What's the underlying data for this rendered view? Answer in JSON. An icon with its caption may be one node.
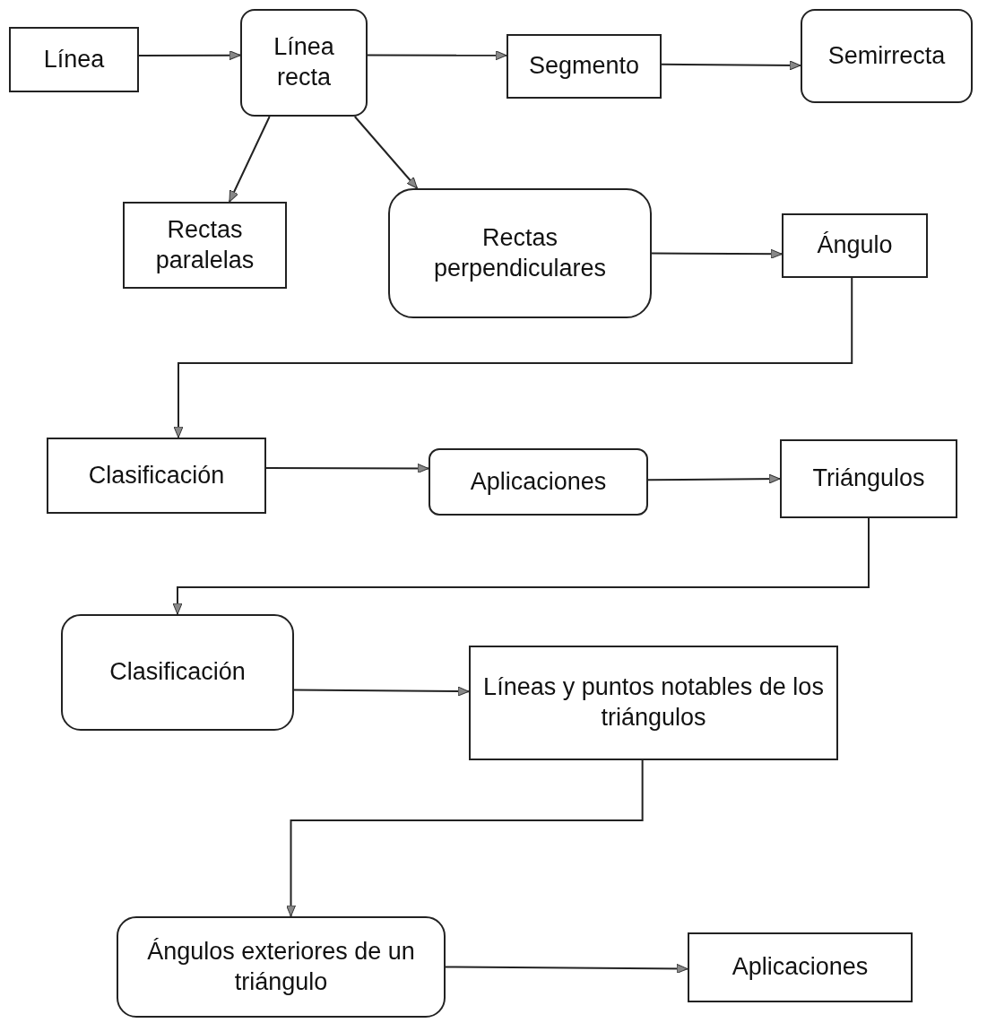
{
  "diagram": {
    "nodes": [
      {
        "text": [
          "Línea"
        ]
      },
      {
        "text": [
          "Línea recta"
        ]
      },
      {
        "text": [
          "Segmento"
        ]
      },
      {
        "text": [
          "Semirrecta"
        ]
      },
      {
        "text": [
          "Rectas paralelas"
        ]
      },
      {
        "text": [
          "Rectas perpendiculares"
        ]
      },
      {
        "text": [
          "Ángulo"
        ]
      },
      {
        "text": [
          "Clasificación"
        ]
      },
      {
        "text": [
          "Aplicaciones"
        ]
      },
      {
        "text": [
          "Triángulos"
        ]
      },
      {
        "text": [
          "Clasificación"
        ]
      },
      {
        "text": [
          "Líneas y puntos notables de los triángulos"
        ]
      },
      {
        "text": [
          "Ángulos exteriores de un triángulo"
        ]
      },
      {
        "text": [
          "Aplicaciones"
        ]
      }
    ],
    "edges": [
      {
        "from": 0,
        "to": 1,
        "arrow": "to"
      },
      {
        "from": 1,
        "to": 2,
        "arrow": "to"
      },
      {
        "from": 2,
        "to": 3,
        "arrow": "to"
      },
      {
        "from": 1,
        "to": 4,
        "arrow": "to"
      },
      {
        "from": 1,
        "to": 5,
        "arrow": "to"
      },
      {
        "from": 5,
        "to": 6,
        "arrow": "to"
      },
      {
        "from": 6,
        "to": 7,
        "arrow": "to"
      },
      {
        "from": 7,
        "to": 8,
        "arrow": "to"
      },
      {
        "from": 8,
        "to": 9,
        "arrow": "to"
      },
      {
        "from": 9,
        "to": 10,
        "arrow": "to"
      },
      {
        "from": 10,
        "to": 11,
        "arrow": "to"
      },
      {
        "from": 11,
        "to": 12,
        "arrow": "to"
      },
      {
        "from": 12,
        "to": 13,
        "arrow": "to"
      }
    ]
  }
}
